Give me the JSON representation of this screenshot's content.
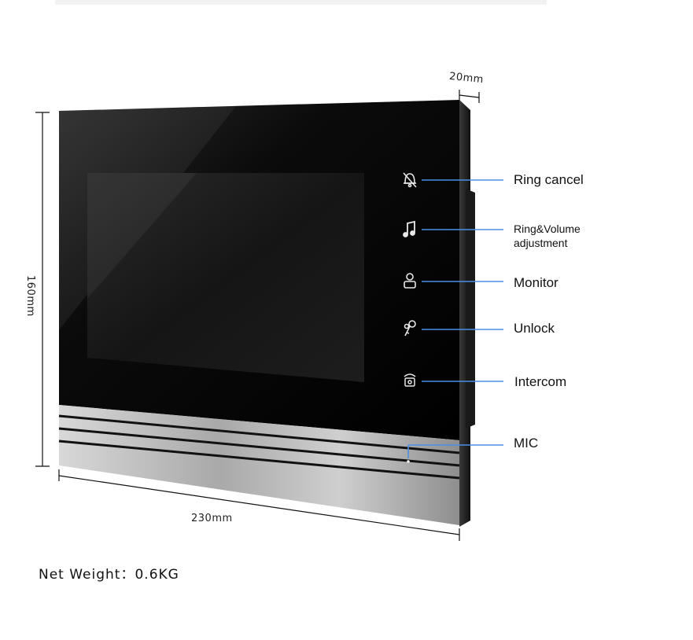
{
  "dimensions": {
    "width": "230mm",
    "height": "160mm",
    "depth": "20mm"
  },
  "buttons": [
    {
      "label": "Ring cancel",
      "icon": "bell-slash-icon"
    },
    {
      "label_line1": "Ring&Volume",
      "label_line2": "adjustment",
      "icon": "music-note-icon"
    },
    {
      "label": "Monitor",
      "icon": "person-monitor-icon"
    },
    {
      "label": "Unlock",
      "icon": "keys-icon"
    },
    {
      "label": "Intercom",
      "icon": "phone-lock-icon"
    }
  ],
  "mic": {
    "label": "MIC"
  },
  "net_weight": "Net Weight：0.6KG",
  "colors": {
    "panel": "#050505",
    "screen": "#161616",
    "leader_line": "#4a90e2",
    "aluminum": "#b9b9b9"
  }
}
